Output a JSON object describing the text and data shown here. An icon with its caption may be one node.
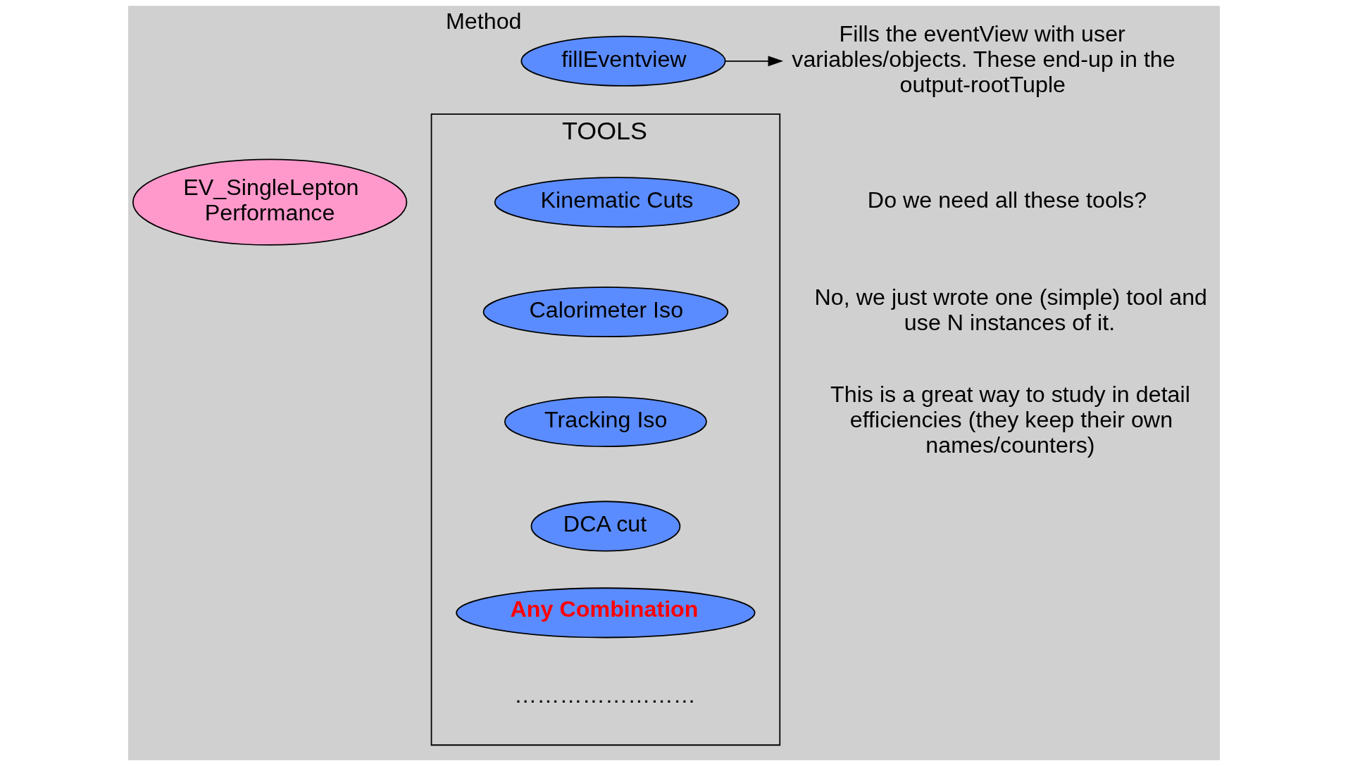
{
  "diagram": {
    "nodes": [
      {
        "text": [
          "EV_SingleLepton Performance"
        ]
      },
      {
        "text": [
          "fillEventview"
        ],
        "beside": [
          "Method"
        ]
      },
      {
        "text": [
          "TOOLS"
        ]
      },
      {
        "text": [
          "Kinematic Cuts"
        ],
        "in": 2
      },
      {
        "text": [
          "Calorimeter Iso"
        ],
        "in": 2
      },
      {
        "text": [
          "Tracking Iso"
        ],
        "in": 2
      },
      {
        "text": [
          "DCA cut"
        ],
        "in": 2
      },
      {
        "text": [
          "Any Combination"
        ],
        "in": 2
      },
      {
        "text": [
          "Fills the eventView with user variables/objects. These end-up in the output-rootTuple"
        ]
      }
    ],
    "edges": [
      {
        "from": 1,
        "to": 8,
        "arrow": "to"
      }
    ],
    "labels": [
      "……………………",
      "Do we need all these tools?",
      "No, we just wrote one (simple) tool and use N instances of it.",
      "This is a great way to study in detail efficiencies (they keep their own names/counters)"
    ]
  }
}
